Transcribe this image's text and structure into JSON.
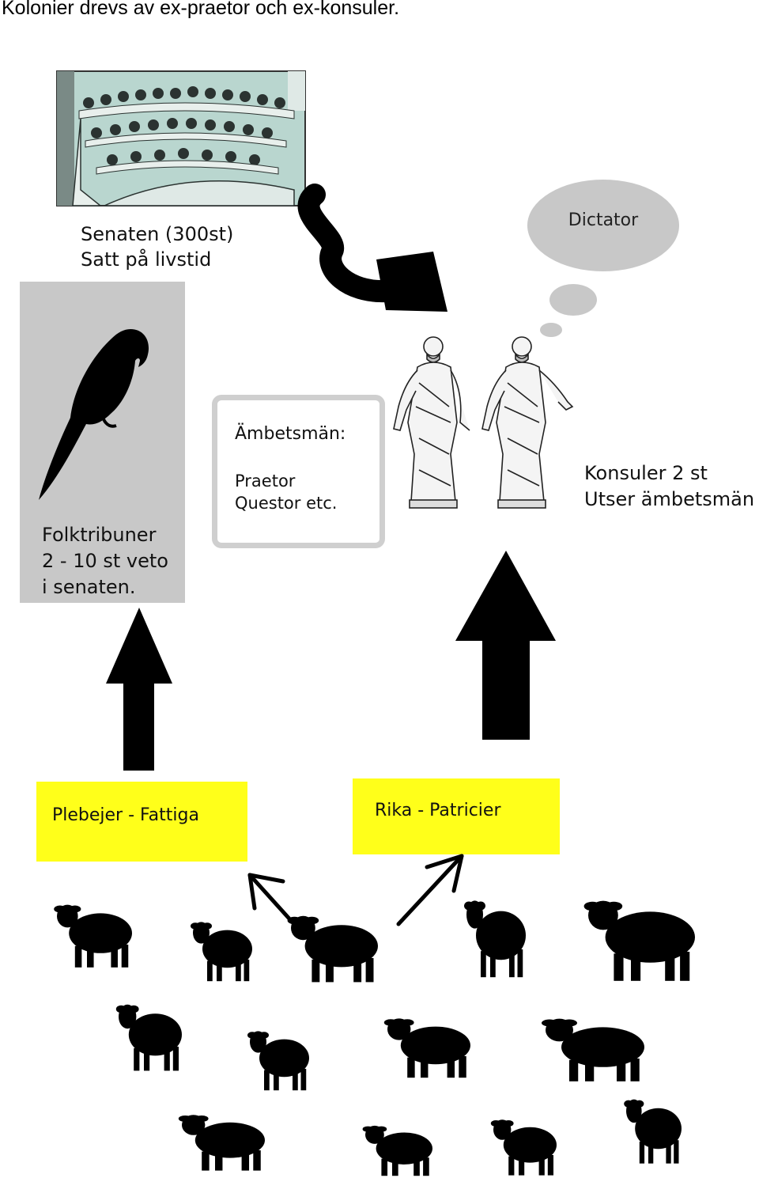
{
  "page": {
    "title": "Kolonier drevs av ex-praetor och ex-konsuler."
  },
  "senate": {
    "line1": "Senaten (300st)",
    "line2": "Satt på livstid",
    "icon": "senate-engraving-icon"
  },
  "dictator": {
    "label": "Dictator"
  },
  "tribunes": {
    "line1": "Folktribuner",
    "line2": "2 - 10 st veto",
    "line3": "i senaten.",
    "icon": "parrot-icon"
  },
  "officials": {
    "heading": "Ämbetsmän:",
    "line1": "Praetor",
    "line2": "Questor etc."
  },
  "consuls": {
    "line1": "Konsuler 2 st",
    "line2": "Utser ämbetsmän",
    "icon": "roman-statue-icon"
  },
  "classes": {
    "plebeians": "Plebejer - Fattiga",
    "patricians": "Rika - Patricier",
    "color": "#ffff1a"
  },
  "crowd": {
    "icon": "sheep-icon"
  }
}
